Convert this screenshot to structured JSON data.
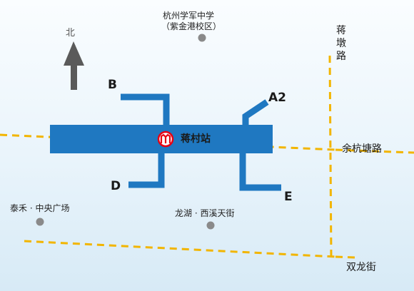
{
  "station": {
    "name": "蒋村站",
    "logo_icon": "hangzhou-metro-logo-icon",
    "color": "#1f78c1",
    "logo_color": "#e60012"
  },
  "compass": {
    "label": "北",
    "icon": "north-arrow-icon"
  },
  "exits": {
    "b": "B",
    "a2": "A2",
    "d": "D",
    "e": "E"
  },
  "roads": {
    "yuhangtang": "余杭塘路",
    "jiangdun": "蒋墩路",
    "shuanglong": "双龙街",
    "road_color": "#f2b500"
  },
  "pois": {
    "school_line1": "杭州学军中学",
    "school_line2": "（紫金港校区）",
    "taihe": "泰禾 · 中央广场",
    "longhu": "龙湖 · 西溪天街",
    "dot_color": "#8a8a8a"
  }
}
